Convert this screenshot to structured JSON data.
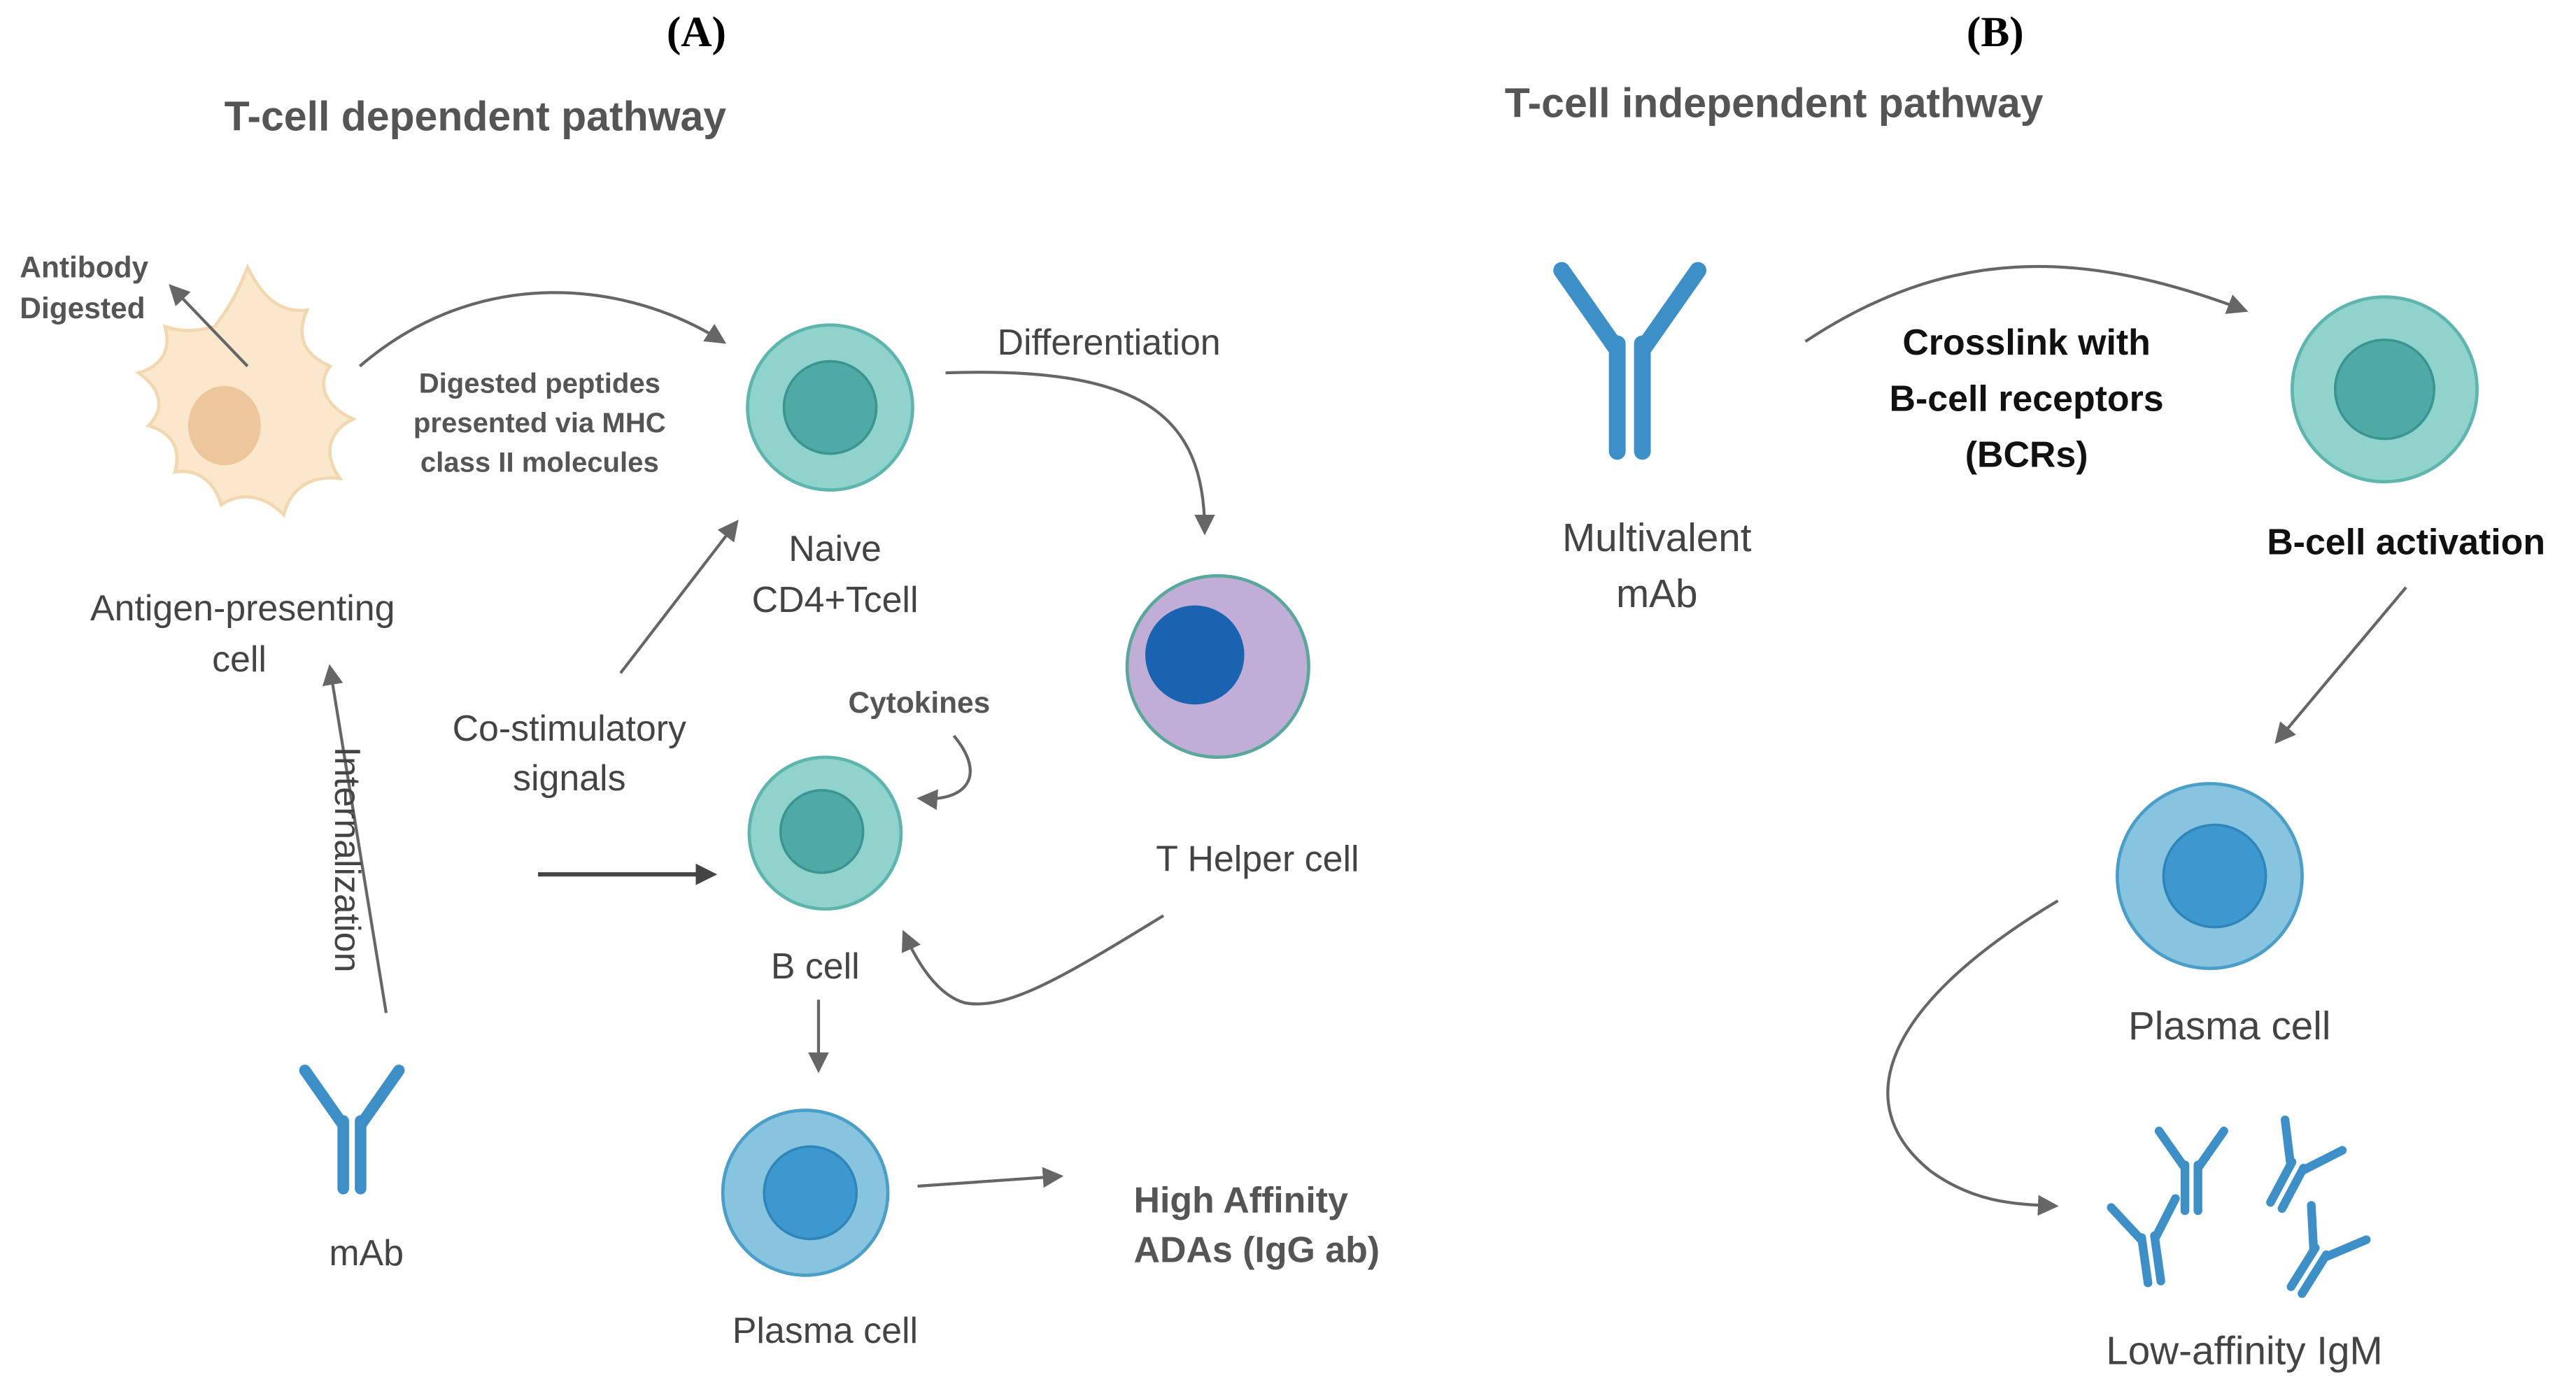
{
  "panels": {
    "a": {
      "letter": "(A)",
      "title": "T-cell dependent pathway",
      "labels": {
        "antibody_digested_1": "Antibody",
        "antibody_digested_2": "Digested",
        "apc_1": "Antigen-presenting",
        "apc_2": "cell",
        "peptides_1": "Digested peptides",
        "peptides_2": "presented via MHC",
        "peptides_3": "class II molecules",
        "naive_1": "Naive",
        "naive_2": "CD4+Tcell",
        "differentiation": "Differentiation",
        "t_helper": "T Helper cell",
        "costim_1": "Co-stimulatory",
        "costim_2": "signals",
        "cytokines": "Cytokines",
        "b_cell": "B cell",
        "internalization": "Internalization",
        "mab": "mAb",
        "plasma_cell": "Plasma cell",
        "ada_1": "High Affinity",
        "ada_2": "ADAs (IgG ab)"
      }
    },
    "b": {
      "letter": "(B)",
      "title": "T-cell independent pathway",
      "labels": {
        "multivalent_1": "Multivalent",
        "multivalent_2": "mAb",
        "crosslink_1": "Crosslink with",
        "crosslink_2": "B-cell receptors",
        "crosslink_3": "(BCRs)",
        "b_activation": "B-cell activation",
        "plasma_cell": "Plasma cell",
        "low_affinity": "Low-affinity IgM"
      }
    }
  },
  "colors": {
    "teal_outer": "#8fd3cc",
    "teal_inner": "#4faaa6",
    "helper_outer": "#c0aed6",
    "helper_inner": "#1a63b0",
    "plasma_outer": "#86c4e0",
    "plasma_inner": "#3d98cf",
    "antibody": "#3d8fc7",
    "apc_body": "#fbe8cc",
    "apc_nucleus": "#ecc79b"
  }
}
